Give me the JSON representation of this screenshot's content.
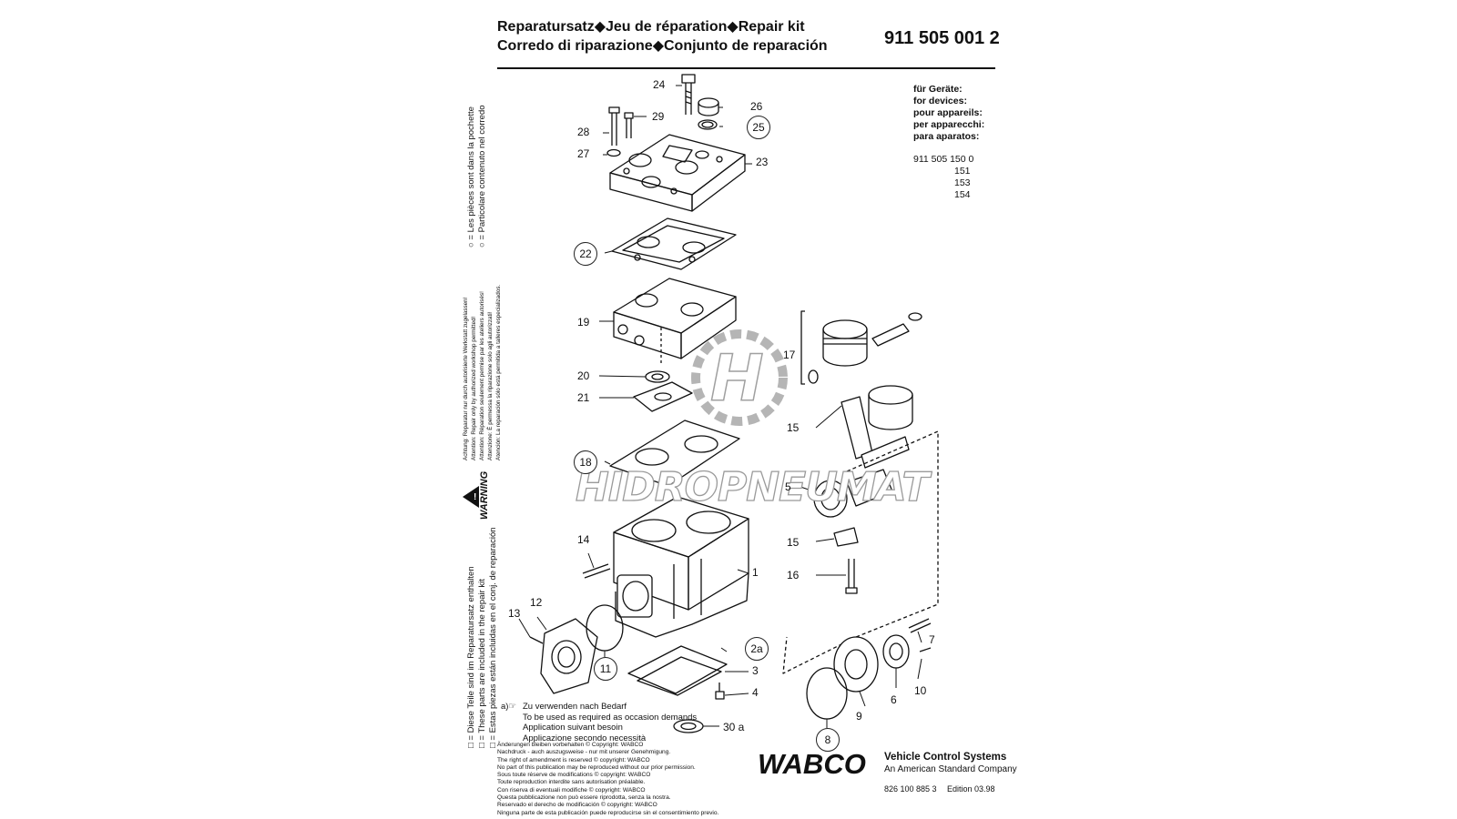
{
  "header": {
    "title_line1": "Reparatursatz◆Jeu de réparation◆Repair kit",
    "title_line2": "Corredo di riparazione◆Conjunto de reparación",
    "part_number": "911 505 001 2"
  },
  "devices": {
    "label_de": "für Geräte:",
    "label_en": "for devices:",
    "label_fr": "pour appareils:",
    "label_it": "per apparecchi:",
    "label_es": "para aparatos:",
    "first": "911 505 150 0",
    "rest": [
      "151",
      "153",
      "154"
    ]
  },
  "left_vertical": {
    "legend_box_de": "□ = Diese Teile sind im Reparatursatz enthalten",
    "legend_box_en": "□ = These parts are included in the repair kit",
    "legend_box_es": "□ = Estas piezas están incluidas en el conj. de reparación",
    "legend_circle_fr": "○ = Les pièces sont dans la pochette",
    "legend_circle_it": "○ = Particolare contenuto nel corredo",
    "warning": "WARNING",
    "warn_lines": [
      "Achtung: Reparatur nur durch autorisierte Werkstatt zugelassen!",
      "Attention: Repair only by authorized workshop permitted!",
      "Attention: Réparation seulement permise par les ateliers autorisés!",
      "Attenzione: È permessa la riparazione solo agli autorizzati!",
      "Atención: La reparación sólo está permitida a talleres especializados."
    ]
  },
  "callouts": {
    "c24": "24",
    "c26": "26",
    "c25": "25",
    "c29": "29",
    "c28": "28",
    "c27": "27",
    "c23": "23",
    "c22": "22",
    "c19": "19",
    "c17": "17",
    "c20": "20",
    "c21": "21",
    "c15a": "15",
    "c18": "18",
    "c5": "5",
    "c14": "14",
    "c1": "1",
    "c15b": "15",
    "c16": "16",
    "c12": "12",
    "c13": "13",
    "c2a": "2a",
    "c11": "11",
    "c3": "3",
    "c4": "4",
    "c7": "7",
    "c10": "10",
    "c6": "6",
    "c9": "9",
    "c8": "8",
    "c30a": "30 a"
  },
  "note": {
    "prefix": "a)☞",
    "lines": [
      "Zu verwenden nach Bedarf",
      "To be used as required as occasion demands",
      "Application suivant besoin",
      "Applicazione secondo necessità"
    ]
  },
  "copyright": [
    "Änderungen bleiben vorbehalten © Copyright: WABCO",
    "Nachdruck - auch auszugsweise - nur mit unserer Genehmigung.",
    "The right of amendment is reserved © copyright: WABCO",
    "No part of this publication may be reproduced without our prior permission.",
    "Sous toute réserve de modifications © copyright: WABCO",
    "Toute reproduction interdite sans autorisation préalable.",
    "Con riserva di eventuali modifiche © copyright: WABCO",
    "Questa pubblicazione non può essere riprodotta, senza la nostra.",
    "Reservado el derecho de modificación © copyright: WABCO",
    "Ninguna parte de esta publicación puede reproducirse sin el consentimiento previo."
  ],
  "brand": {
    "logo": "WABCO",
    "tagline1": "Vehicle Control Systems",
    "tagline2": "An American Standard Company",
    "doc_number": "826 100 885 3",
    "edition": "Edition  03.98"
  },
  "watermark": "HIDROPNEUMAT"
}
